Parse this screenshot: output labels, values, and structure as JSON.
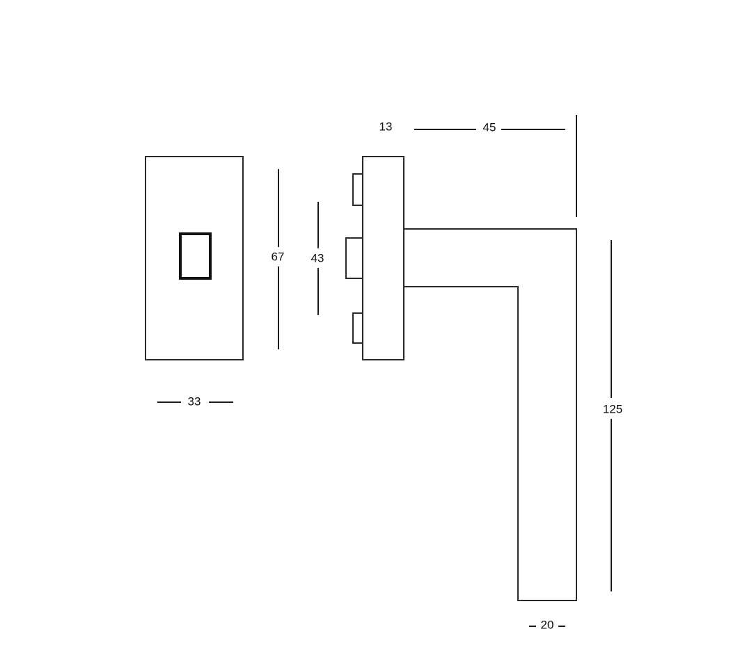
{
  "colors": {
    "background": "#ffffff",
    "outline": "#2a2a2a",
    "text": "#111111"
  },
  "dimensions": {
    "rose_width": "33",
    "rose_height": "67",
    "screw_spacing": "43",
    "rose_depth": "13",
    "handle_projection": "45",
    "handle_length": "125",
    "handle_width": "20"
  }
}
